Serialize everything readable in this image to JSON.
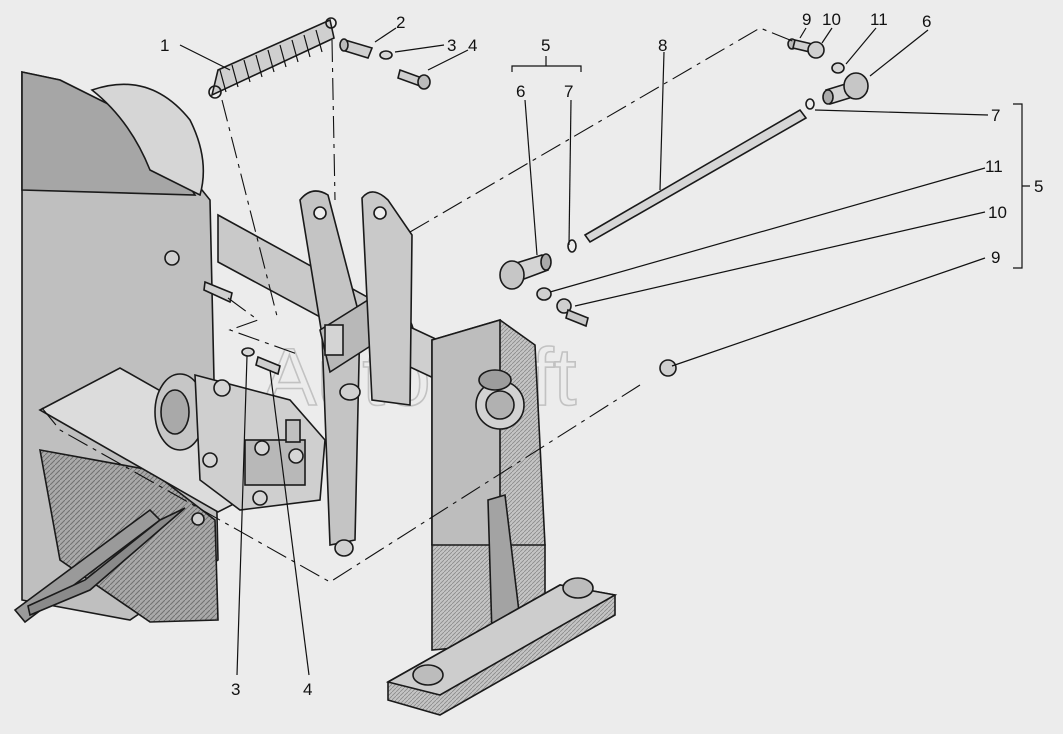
{
  "watermark": "AutoSoft",
  "callouts": {
    "spring": "1",
    "pin_top": "2",
    "washer_top": "3",
    "bolt_top": "4",
    "group_left": "5",
    "balljoint_left": "6",
    "clip_left": "7",
    "rod": "8",
    "bolt_tr": "9",
    "ball_tr": "10",
    "washer_tr": "11",
    "balljoint_tr": "6",
    "clip_right": "7",
    "washer_right": "11",
    "ball_right": "10",
    "nut_right": "9",
    "group_right": "5",
    "washer_bottom": "3",
    "bolt_bottom": "4"
  },
  "colors": {
    "background": "#ececec",
    "metal_light": "#d9d9d9",
    "metal_mid": "#bdbdbd",
    "metal_dark": "#8f8f8f",
    "line": "#111111"
  }
}
